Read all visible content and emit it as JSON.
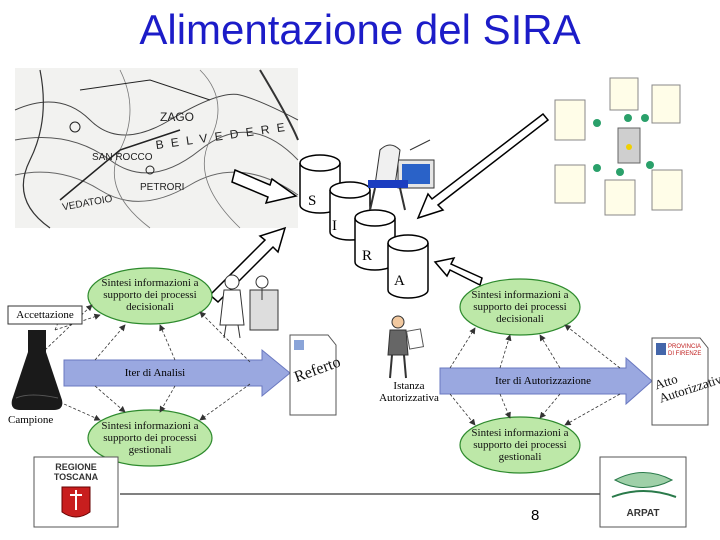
{
  "title": "Alimentazione del SIRA",
  "map": {
    "place_labels": [
      "ZAGO",
      "B E L V E D E R E",
      "SAN ROCCO",
      "PETRORI",
      "VEDATOIO"
    ]
  },
  "databases": {
    "s": "S",
    "i": "I",
    "r": "R",
    "a": "A"
  },
  "left_flow": {
    "ellipse_top": "Sintesi informazioni a supporto dei processi decisionali",
    "ellipse_bottom": "Sintesi informazioni a supporto dei processi gestionali",
    "accettazione": "Accettazione",
    "campione": "Campione",
    "process_arrow": "Iter di Analisi",
    "document": "Referto"
  },
  "right_flow": {
    "ellipse_top": "Sintesi informazioni a supporto dei processi decisionali",
    "ellipse_bottom": "Sintesi informazioni a supporto dei processi gestionali",
    "istanza": "Istanza Autorizzativa",
    "process_arrow": "Iter di Autorizzazione",
    "document": "Atto Autorizzativo",
    "document_logo": "PROVINCIA DI FIRENZE"
  },
  "footer": {
    "left_logo_line1": "REGIONE",
    "left_logo_line2": "TOSCANA",
    "right_logo": "ARPAT",
    "page_number": "8"
  },
  "colors": {
    "title": "#1c1cc8",
    "ellipse_fill": "#bde8a8",
    "ellipse_stroke": "#2d8a2d",
    "process_arrow": "#9aa8e0",
    "footer_line": "#000000"
  }
}
